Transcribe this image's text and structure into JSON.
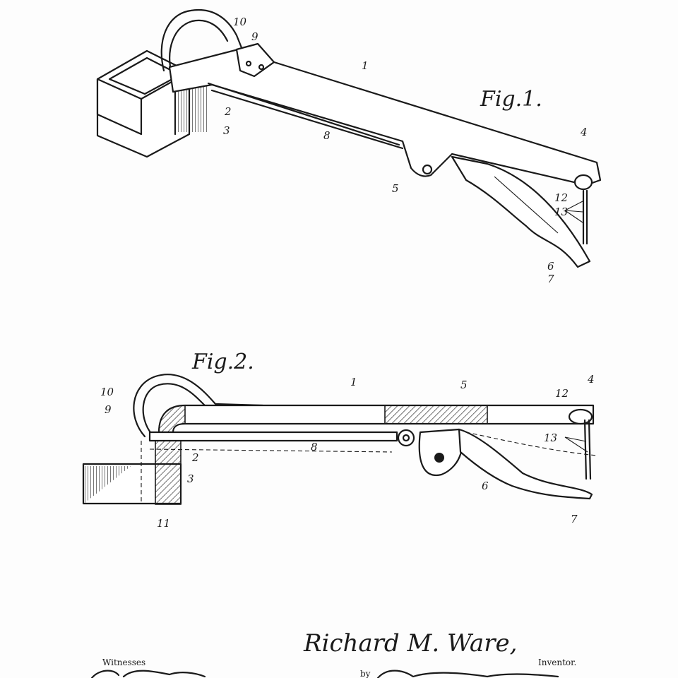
{
  "figures": {
    "fig1": {
      "label": "Fig.1."
    },
    "fig2": {
      "label": "Fig.2."
    }
  },
  "ref_numbers": {
    "n1": "1",
    "n2": "2",
    "n3": "3",
    "n4": "4",
    "n5": "5",
    "n6": "6",
    "n7": "7",
    "n8": "8",
    "n9": "9",
    "n10": "10",
    "n11": "11",
    "n12": "12",
    "n13": "13"
  },
  "signature": {
    "inventor_name": "Richard M. Ware,",
    "inventor_caption": "Inventor.",
    "witnesses_caption": "Witnesses",
    "by_caption": "by"
  },
  "colors": {
    "ink": "#1a1a1a",
    "paper": "#fdfdfd"
  }
}
